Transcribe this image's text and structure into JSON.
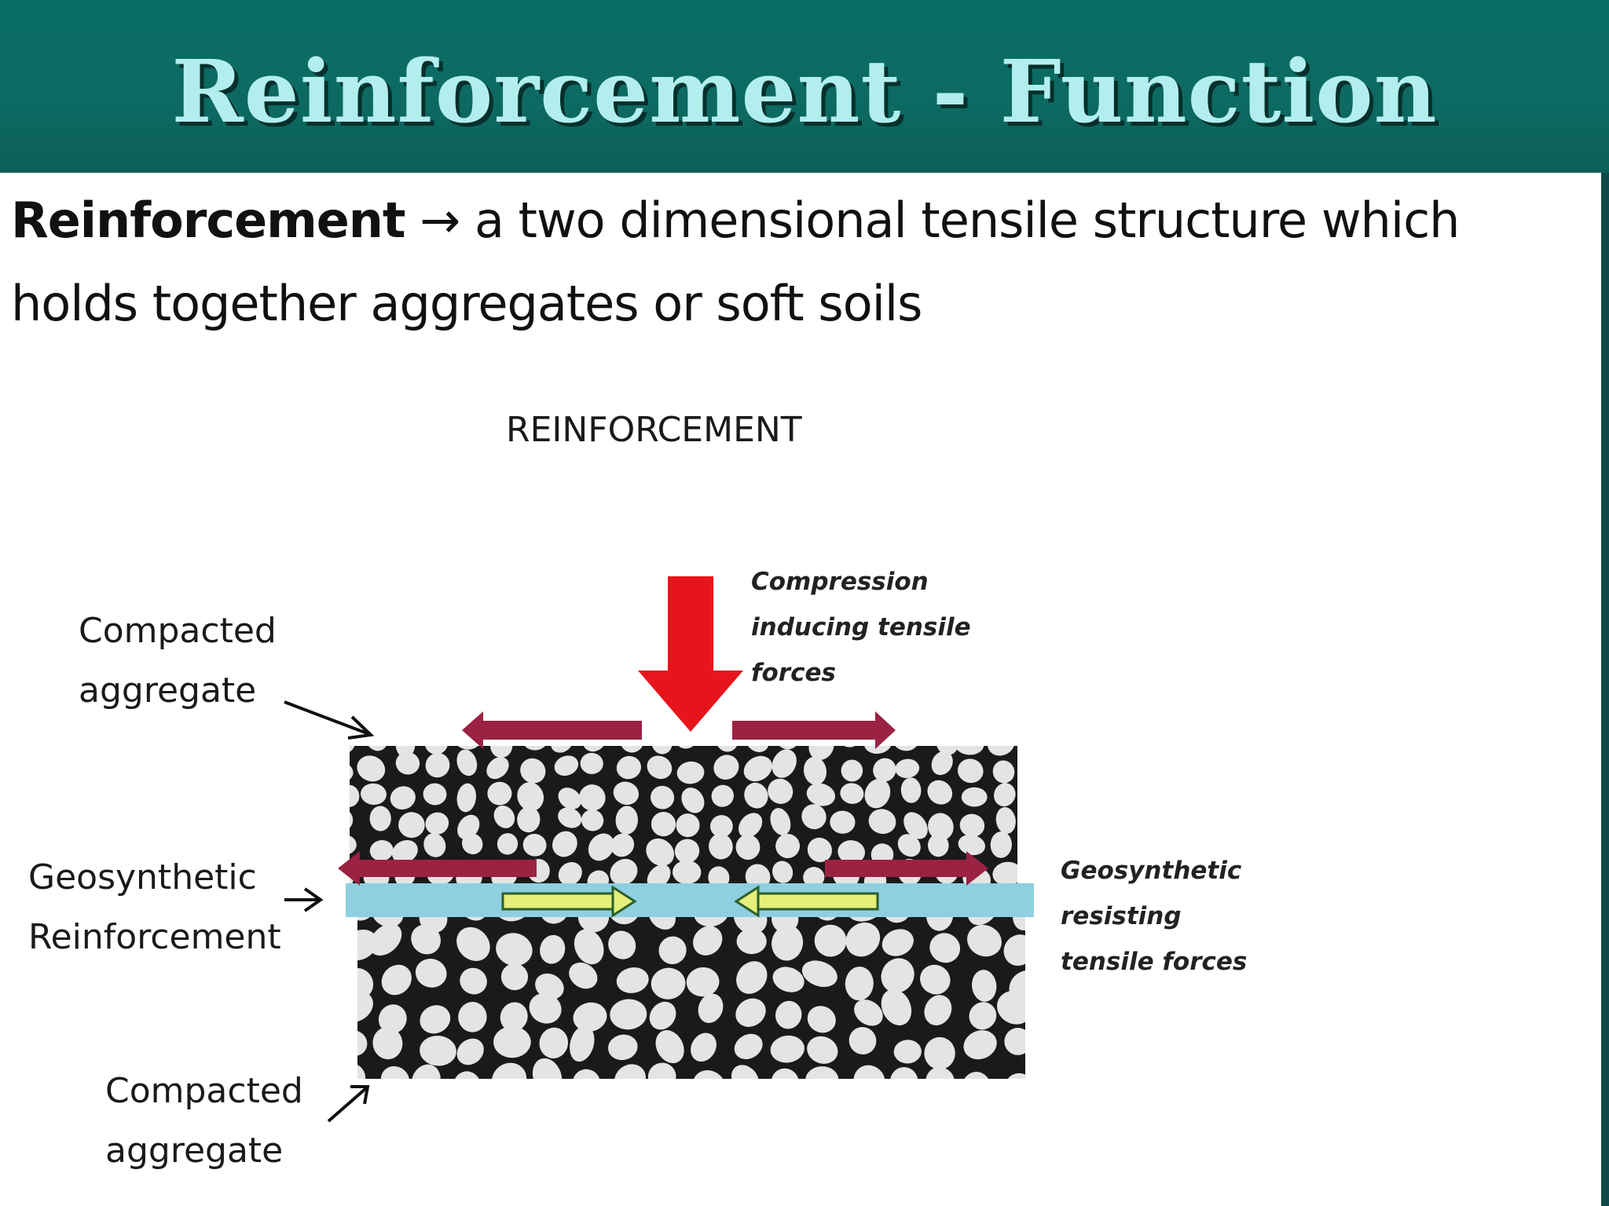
{
  "slide": {
    "title": "Reinforcement - Function"
  },
  "definition": {
    "term": "Reinforcement",
    "arrow": "→",
    "text": "a two dimensional tensile structure which holds together aggregates or soft soils"
  },
  "diagram": {
    "heading": "REINFORCEMENT",
    "labels": {
      "compacted_top_line1": "Compacted",
      "compacted_top_line2": "aggregate",
      "geosynthetic_line1": "Geosynthetic",
      "geosynthetic_line2": "Reinforcement",
      "compacted_bottom_line1": "Compacted",
      "compacted_bottom_line2": "aggregate",
      "compression_line1": "Compression",
      "compression_line2": "inducing tensile",
      "compression_line3": "forces",
      "resisting_line1": "Geosynthetic",
      "resisting_line2": "resisting",
      "resisting_line3": "tensile forces"
    },
    "colors": {
      "compression_arrow": "#e8141c",
      "tensile_arrow": "#9b2243",
      "resisting_arrow": "#e6ef7a",
      "geosynthetic_layer": "#8ecfe0",
      "aggregate_fill": "#e4e4e4",
      "aggregate_outline": "#1a1a1a"
    }
  }
}
